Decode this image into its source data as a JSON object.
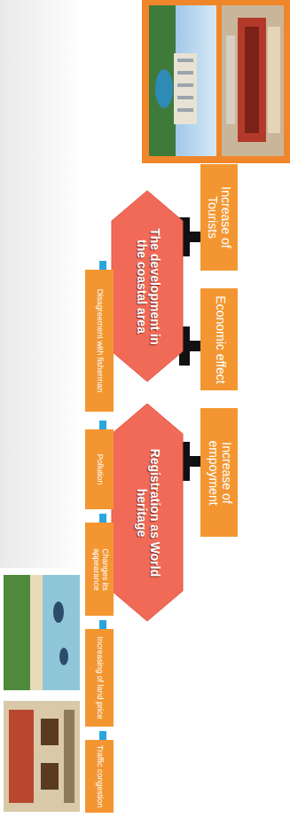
{
  "diagram": {
    "nodes": [
      {
        "text": [
          "The development in the coastal area"
        ]
      },
      {
        "text": [
          "Registration as World heritage"
        ]
      },
      {
        "text": [
          "Increase of Tourists"
        ]
      },
      {
        "text": [
          "Economic effect"
        ]
      },
      {
        "text": [
          "Increase of empoyment"
        ]
      },
      {
        "text": [
          "Disagreement with fisherman"
        ]
      },
      {
        "text": [
          "Pollution"
        ]
      },
      {
        "text": [
          "Changes its appearance"
        ]
      },
      {
        "text": [
          "Increasing of land price"
        ]
      },
      {
        "text": [
          "Traffic congestion"
        ]
      }
    ]
  }
}
